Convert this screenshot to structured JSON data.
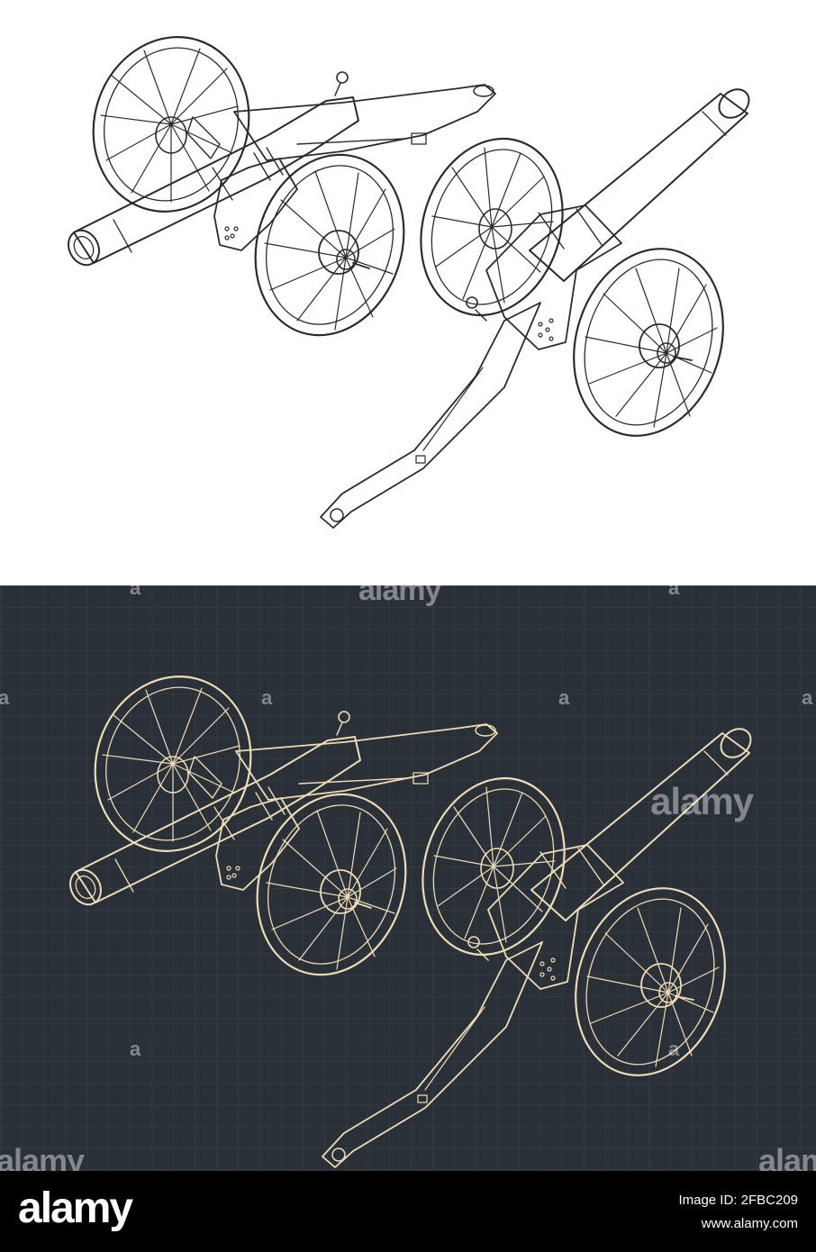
{
  "watermark": {
    "text": "alamy",
    "letter": "a"
  },
  "footer": {
    "logo": "alamy",
    "image_id_label": "Image ID: 2FBC209",
    "site": "www.alamy.com"
  },
  "colors": {
    "background_dark": "#2a3038",
    "line_dark": "#2b2b2b",
    "line_blueprint": "#efdcb5",
    "footer": "#000000"
  }
}
